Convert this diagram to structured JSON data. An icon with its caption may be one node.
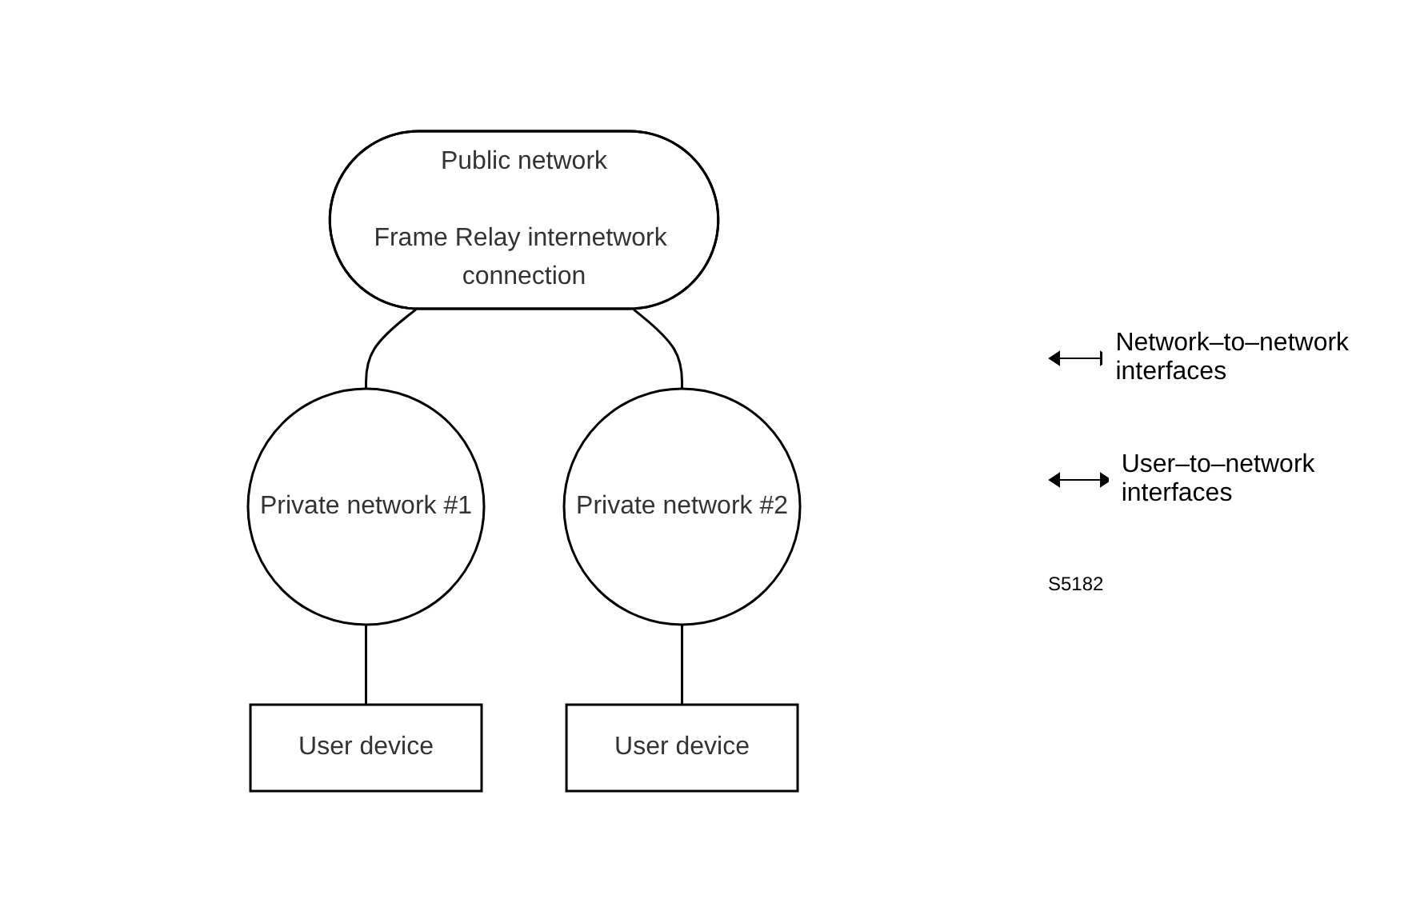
{
  "diagram": {
    "nodes": [
      {
        "text": [
          "Public network",
          "Frame Relay internetwork connection"
        ]
      },
      {
        "text": [
          "Private network #1"
        ]
      },
      {
        "text": [
          "Private network #2"
        ]
      },
      {
        "text": [
          "User device"
        ]
      },
      {
        "text": [
          "User device"
        ]
      }
    ],
    "edges": [
      {
        "from": 0,
        "to": 1,
        "arrow": "none"
      },
      {
        "from": 0,
        "to": 2,
        "arrow": "none"
      },
      {
        "from": 1,
        "to": 3,
        "arrow": "none"
      },
      {
        "from": 2,
        "to": 4,
        "arrow": "none"
      }
    ],
    "labels": [
      "Network–to–network interfaces",
      "User–to–network interfaces",
      "S5182"
    ]
  }
}
